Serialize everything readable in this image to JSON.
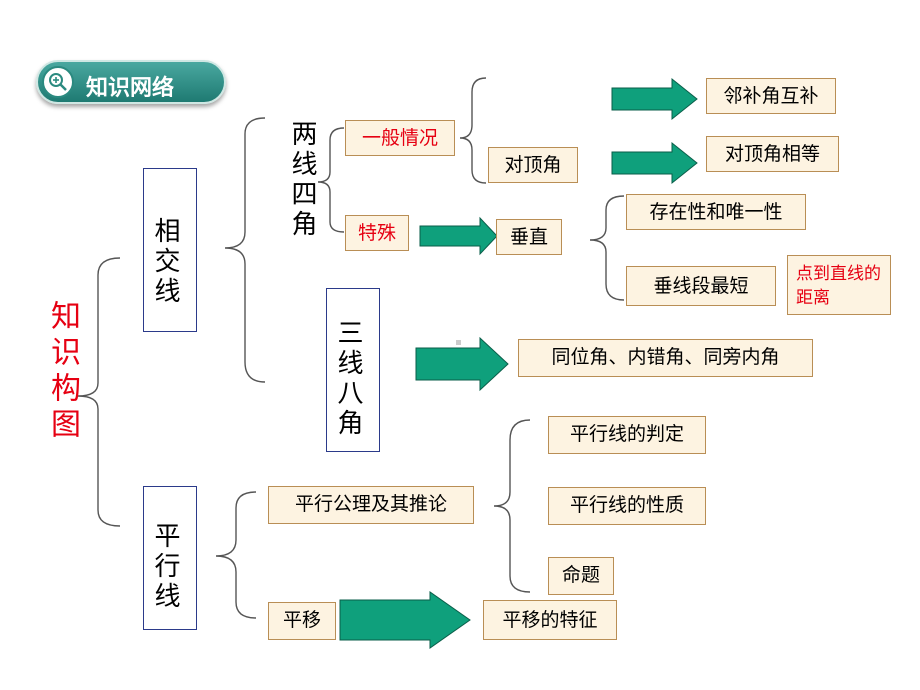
{
  "header": {
    "title": "知识网络"
  },
  "root": {
    "label": "知识构图"
  },
  "branches": {
    "intersecting": "相交线",
    "parallel": "平行线",
    "two_lines_four_angles": "两线四角",
    "three_lines_eight_angles": "三线八角"
  },
  "nodes": {
    "general_case": "一般情况",
    "special": "特殊",
    "vertical_angles": "对顶角",
    "supplementary_adjacent": "邻补角互补",
    "vertical_equal": "对顶角相等",
    "perpendicular": "垂直",
    "existence_uniqueness": "存在性和唯一性",
    "shortest_perpendicular": "垂线段最短",
    "distance_note": "点到直线的距离",
    "angle_types": "同位角、内错角、同旁内角",
    "parallel_axiom": "平行公理及其推论",
    "parallel_criteria": "平行线的判定",
    "parallel_properties": "平行线的性质",
    "proposition": "命题",
    "translation": "平移",
    "translation_features": "平移的特征"
  },
  "colors": {
    "arrow": "#0fa07c",
    "red_text": "#e60012",
    "badge": "#2b8a80"
  }
}
